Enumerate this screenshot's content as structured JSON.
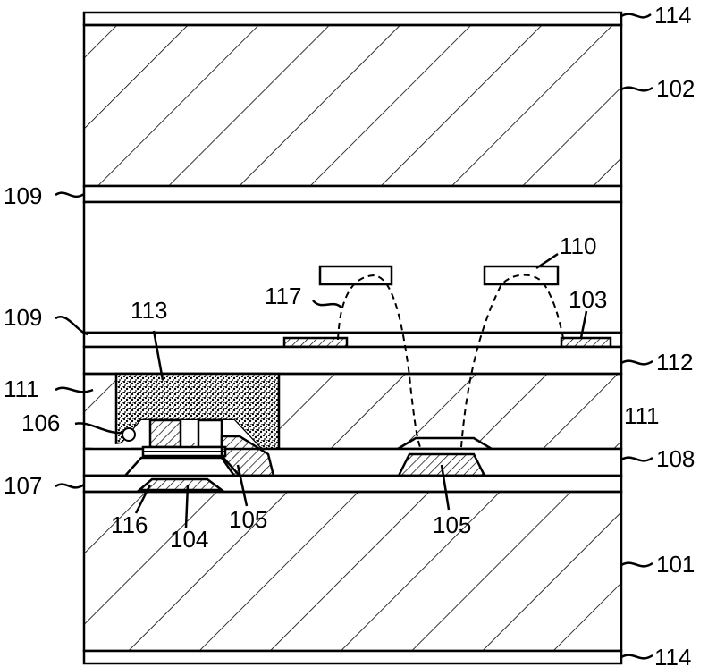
{
  "labels": {
    "l114_top": "114",
    "l102": "102",
    "l109_top": "109",
    "l110": "110",
    "l117": "117",
    "l103": "103",
    "l109_mid": "109",
    "l113": "113",
    "l112": "112",
    "l111_left": "111",
    "l111_right": "111",
    "l106": "106",
    "l108": "108",
    "l107": "107",
    "l116": "116",
    "l104": "104",
    "l105_left": "105",
    "l105_right": "105",
    "l101": "101",
    "l114_bottom": "114"
  }
}
